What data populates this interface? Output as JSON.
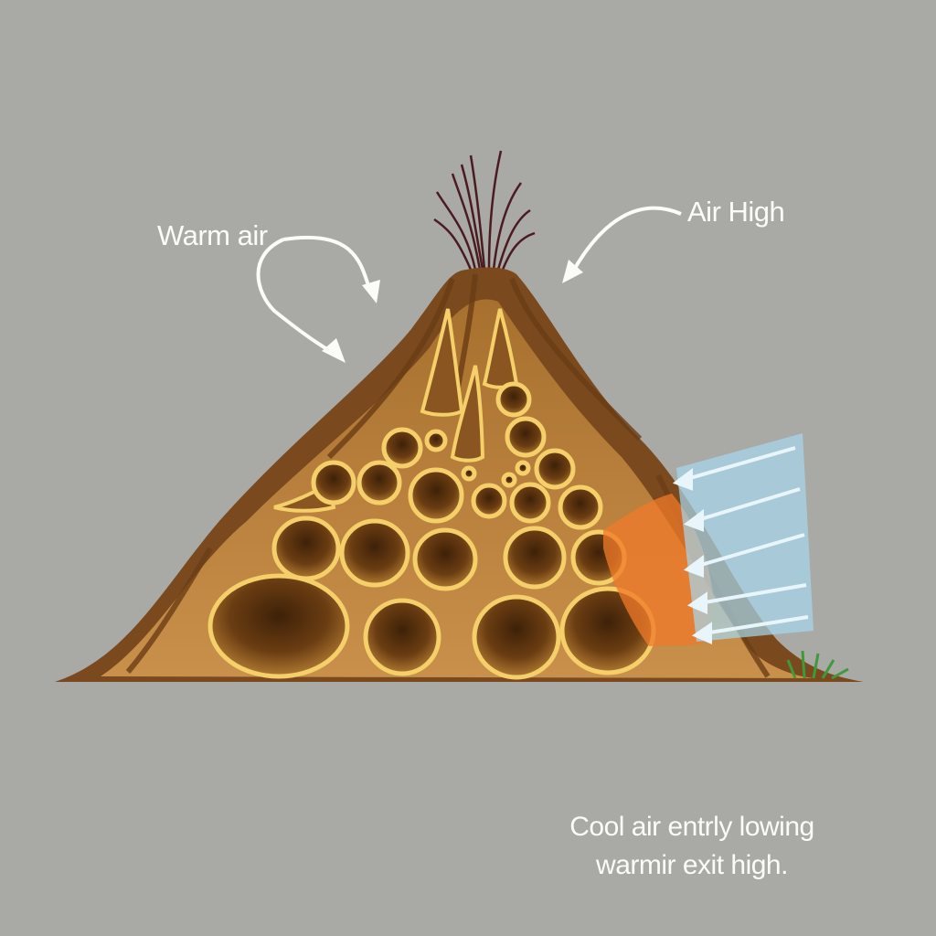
{
  "diagram": {
    "labels": {
      "warm_air": "Warm air",
      "air_high": "Air High"
    },
    "caption": {
      "line1": "Cool air entrly lowing",
      "line2": "warmir exit high."
    },
    "colors": {
      "background": "#a9a9a5",
      "mound_outer": "#7a4a1e",
      "mound_inner": "#c58a3e",
      "chamber_rim": "#f4cf6a",
      "chamber_dark": "#4a2a0e",
      "cool_air": "#a8d8ee",
      "warm_zone": "#f07a2a",
      "grass": "#3e9a3a"
    }
  }
}
